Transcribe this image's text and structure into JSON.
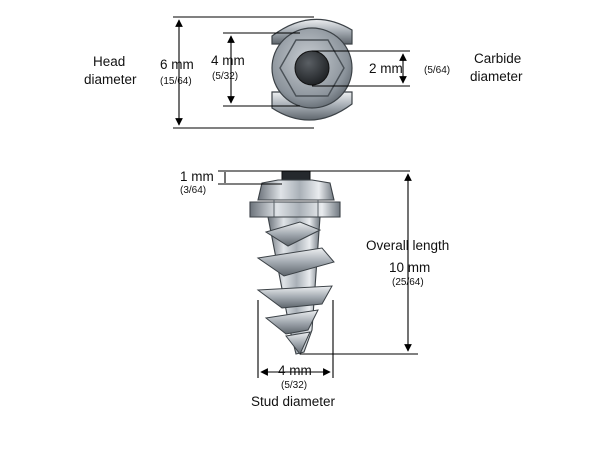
{
  "top_view": {
    "head_diameter": {
      "label_line1": "Head",
      "label_line2": "diameter",
      "metric": "6 mm",
      "imperial": "(15/64)"
    },
    "inner_diameter": {
      "metric": "4 mm",
      "imperial": "(5/32)"
    },
    "carbide_diameter": {
      "metric": "2 mm",
      "imperial": "(5/64)",
      "label_line1": "Carbide",
      "label_line2": "diameter"
    }
  },
  "side_view": {
    "protrusion": {
      "metric": "1 mm",
      "imperial": "(3/64)"
    },
    "overall_length": {
      "label": "Overall length",
      "metric": "10 mm",
      "imperial": "(25/64)"
    },
    "stud_diameter": {
      "metric": "4 mm",
      "imperial": "(5/32)",
      "label": "Stud diameter"
    }
  }
}
